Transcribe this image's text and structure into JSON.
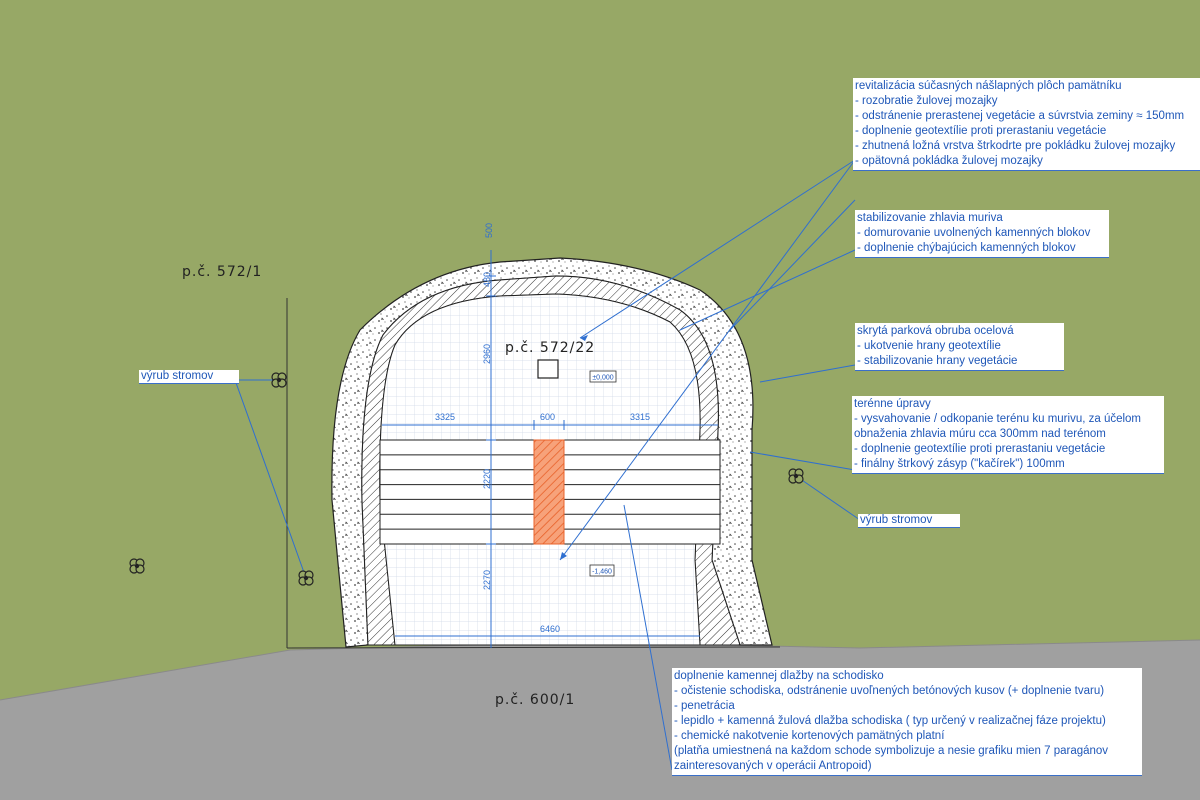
{
  "parcels": {
    "north": "p.č. 572/1",
    "center": "p.č. 572/22",
    "south": "p.č. 600/1"
  },
  "levels": {
    "top": "±0,000",
    "bottom": "-1,460"
  },
  "dimensions": {
    "crown_thickness": "500",
    "arch_thickness": "480",
    "upper_height": "2960",
    "left_width": "3325",
    "center_width": "600",
    "right_width": "3315",
    "stairs_height": "2220",
    "lower_height": "2270",
    "bottom_width": "6460"
  },
  "callouts": {
    "paving": {
      "title": "revitalizácia súčasných nášlapných plôch pamätníku",
      "items": [
        "- rozobratie žulovej mozajky",
        "- odstránenie prerastenej vegetácie a súvrstvia zeminy ≈ 150mm",
        "- doplnenie geotextílie proti prerastaniu vegetácie",
        "- zhutnená ložná vrstva štrkodrte pre pokládku žulovej mozajky",
        "- opätovná pokládka žulovej mozajky"
      ]
    },
    "masonry": {
      "title": "stabilizovanie zhlavia muriva",
      "items": [
        "- domurovanie uvolnených kamenných blokov",
        "- doplnenie chýbajúcich kamenných blokov"
      ]
    },
    "curb": {
      "title": "skrytá parková obruba ocelová",
      "items": [
        "- ukotvenie hrany geotextílie",
        "- stabilizovanie hrany vegetácie"
      ]
    },
    "terrain": {
      "title": "terénne úpravy",
      "items": [
        "- vysvahovanie / odkopanie terénu ku murivu, za účelom",
        "obnaženia zhlavia múru cca 300mm nad terénom",
        "- doplnenie geotextílie proti prerastaniu vegetácie",
        "- finálny štrkový zásyp (\"kačírek\") 100mm"
      ]
    },
    "stairs": {
      "title": "doplnenie kamennej dlažby na schodisko",
      "items": [
        "- očistenie schodiska, odstránenie uvoľnených betónových kusov (+ doplnenie tvaru)",
        "- penetrácia",
        "- lepidlo + kamenná žulová dlažba schodiska ( typ určený v realizačnej fáze projektu)",
        "- chemické nakotvenie kortenových pamätných platní",
        "(platňa umiestnená na každom schode symbolizuje a nesie grafiku mien 7 paragánov",
        "zainteresovaných v operácii Antropoid)"
      ]
    },
    "trees_left": "výrub stromov",
    "trees_right": "výrub stromov"
  },
  "colors": {
    "grass": "#97a866",
    "road": "#a0a0a0",
    "annotation": "#1f57b8",
    "corten": "#e8622a"
  }
}
